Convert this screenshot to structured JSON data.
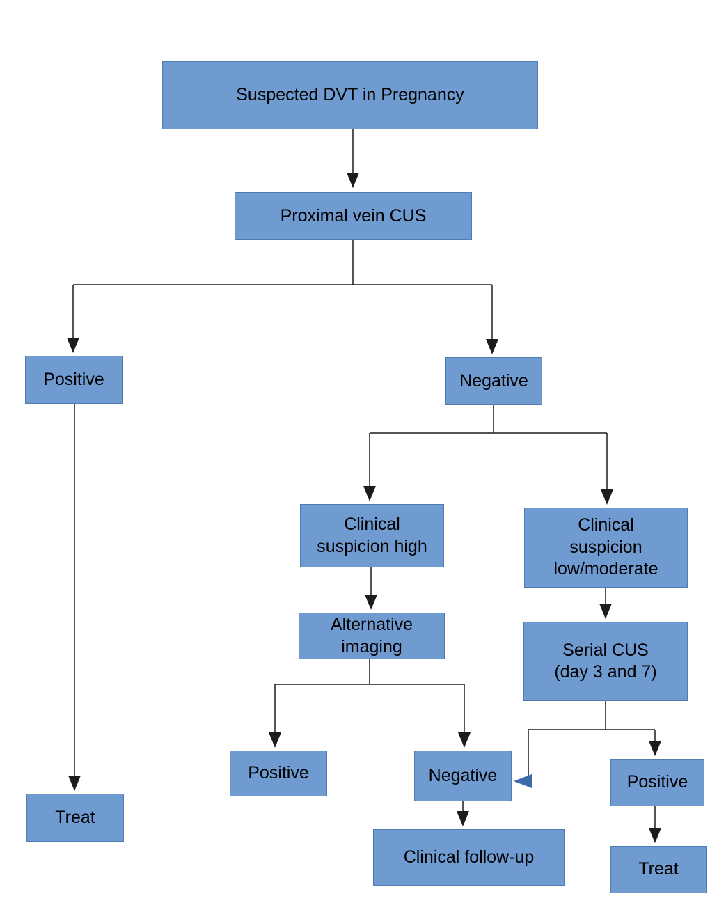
{
  "diagram": {
    "type": "flowchart",
    "nodes": {
      "suspected": {
        "label": "Suspected DVT in Pregnancy"
      },
      "proximal_cus": {
        "label": "Proximal vein CUS"
      },
      "positive_cus": {
        "label": "Positive"
      },
      "negative_cus": {
        "label": "Negative"
      },
      "treat_left": {
        "label": "Treat"
      },
      "clinical_high": {
        "label": "Clinical\nsuspicion high"
      },
      "clinical_low": {
        "label": "Clinical\nsuspicion\nlow/moderate"
      },
      "alt_imaging": {
        "label": "Alternative\nimaging"
      },
      "serial_cus": {
        "label": "Serial CUS\n(day 3 and 7)"
      },
      "positive_imaging": {
        "label": "Positive"
      },
      "negative_imaging": {
        "label": "Negative"
      },
      "clinical_followup": {
        "label": "Clinical follow-up"
      },
      "positive_serial": {
        "label": "Positive"
      },
      "treat_right": {
        "label": "Treat"
      }
    },
    "edges": [
      "suspected -> proximal_cus",
      "proximal_cus -> positive_cus",
      "proximal_cus -> negative_cus",
      "positive_cus -> treat_left",
      "negative_cus -> clinical_high",
      "negative_cus -> clinical_low",
      "clinical_high -> alt_imaging",
      "alt_imaging -> positive_imaging",
      "alt_imaging -> negative_imaging",
      "negative_imaging -> clinical_followup",
      "clinical_low -> serial_cus",
      "serial_cus -> negative_imaging (feedback, blue arrow)",
      "serial_cus -> positive_serial",
      "positive_serial -> treat_right"
    ]
  },
  "colors": {
    "node_fill": "#6f9bd1",
    "node_border": "#4f7bb0",
    "edge_color": "#1c1c1c",
    "feedback_arrow": "#3a6bab",
    "text_color": "#000000",
    "page_bg": "#ffffff"
  }
}
